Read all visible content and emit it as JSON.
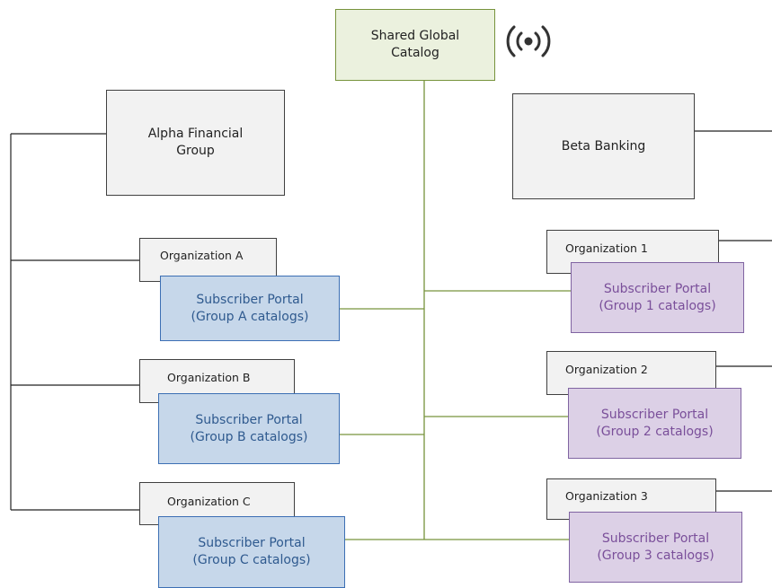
{
  "catalog": {
    "label": "Shared Global\nCatalog"
  },
  "groups": [
    {
      "label": "Alpha Financial\nGroup"
    },
    {
      "label": "Beta Banking"
    }
  ],
  "left_orgs": [
    {
      "org": "Organization  A",
      "portal": "Subscriber Portal\n(Group A catalogs)"
    },
    {
      "org": "Organization B",
      "portal": "Subscriber Portal\n(Group B catalogs)"
    },
    {
      "org": "Organization C",
      "portal": "Subscriber Portal\n(Group C catalogs)"
    }
  ],
  "right_orgs": [
    {
      "org": "Organization 1",
      "portal": "Subscriber Portal\n(Group 1 catalogs)"
    },
    {
      "org": "Organization 2",
      "portal": "Subscriber Portal\n(Group 2 catalogs)"
    },
    {
      "org": "Organization 3",
      "portal": "Subscriber Portal\n(Group 3 catalogs)"
    }
  ],
  "colors": {
    "catalog_fill": "#ebf1de",
    "catalog_line": "#77933c",
    "group_fill": "#f2f2f2",
    "group_line": "#404040",
    "portal_blue_fill": "#c6d7ea",
    "portal_blue_text": "#2f5a8f",
    "portal_purple_fill": "#dcd0e6",
    "portal_purple_text": "#7a4f9a"
  },
  "icons": {
    "broadcast": "broadcast-signal-icon"
  }
}
